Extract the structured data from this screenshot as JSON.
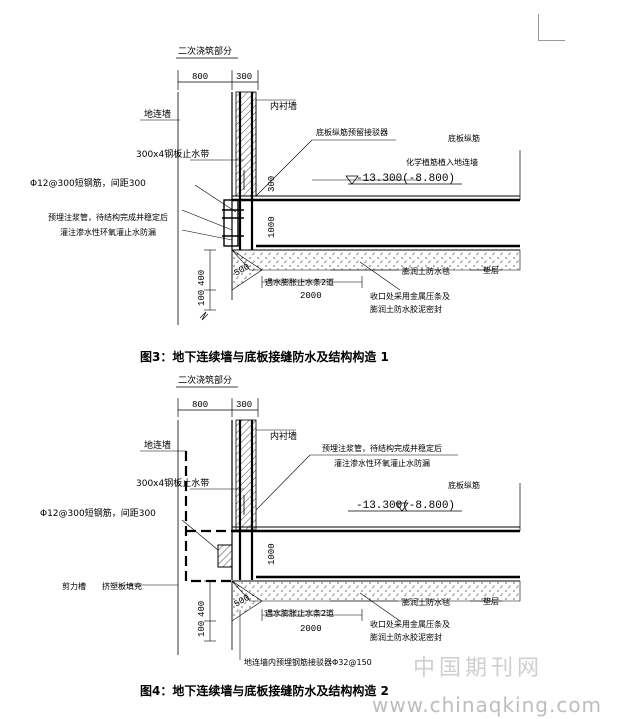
{
  "figure3": {
    "caption": "图3：地下连续墙与底板接缝防水及结构构造 1",
    "labels": {
      "secondary_pour": "二次浇筑部分",
      "dim_800": "800",
      "dim_300": "300",
      "inner_wall": "内衬墙",
      "diaphragm_wall": "地连墙",
      "reserved_coupler": "底板纵筋预留接驳器",
      "steel_waterstop": "300x4钢板止水带",
      "slab_rebar": "底板纵筋",
      "chem_anchor": "化学植筋植入地连墙",
      "elevation": "-13.300(-8.800)",
      "short_rebar": "Φ12@300短钢筋，间距300",
      "grout_pipe_1": "预埋注浆管，待结构完成并稳定后",
      "grout_pipe_2": "灌注渗水性环氧灌止水防漏",
      "dim_300_v": "300",
      "dim_1000_v": "1000",
      "swell_strip": "遇水膨胀止水条2道",
      "swell_waterproof": "膨润土防水毯",
      "cushion": "垫层",
      "dim_400": "400",
      "dim_100": "100",
      "dim_500": "500",
      "dim_2000": "2000",
      "edge_seal_1": "收口处采用金属压条及",
      "edge_seal_2": "膨润土防水胶泥密封"
    }
  },
  "figure4": {
    "caption": "图4：地下连续墙与底板接缝防水及结构构造 2",
    "labels": {
      "secondary_pour": "二次浇筑部分",
      "dim_800": "800",
      "dim_300": "300",
      "inner_wall": "内衬墙",
      "diaphragm_wall": "地连墙",
      "grout_pipe_1": "预埋注浆管，待结构完成并稳定后",
      "grout_pipe_2": "灌注渗水性环氧灌止水防漏",
      "steel_waterstop": "300x4钢板止水带",
      "slab_rebar": "底板纵筋",
      "elevation": "-13.300(-8.800)",
      "short_rebar": "Φ12@300短钢筋，间距300",
      "dim_1000_v": "1000",
      "shear_groove": "剪力槽",
      "foam_fill": "挤塑板填充",
      "swell_strip": "遇水膨胀止水条2道",
      "swell_waterproof": "膨润土防水毯",
      "cushion": "垫层",
      "dim_400": "400",
      "dim_100": "100",
      "dim_500": "500",
      "dim_2000": "2000",
      "edge_seal_1": "收口处采用金属压条及",
      "edge_seal_2": "膨润土防水胶泥密封",
      "wall_coupler": "地连墙内预埋钢筋接驳器Φ32@150"
    }
  },
  "watermark": {
    "cn": "中国期刊网",
    "url": "www.chinaqking.com"
  }
}
